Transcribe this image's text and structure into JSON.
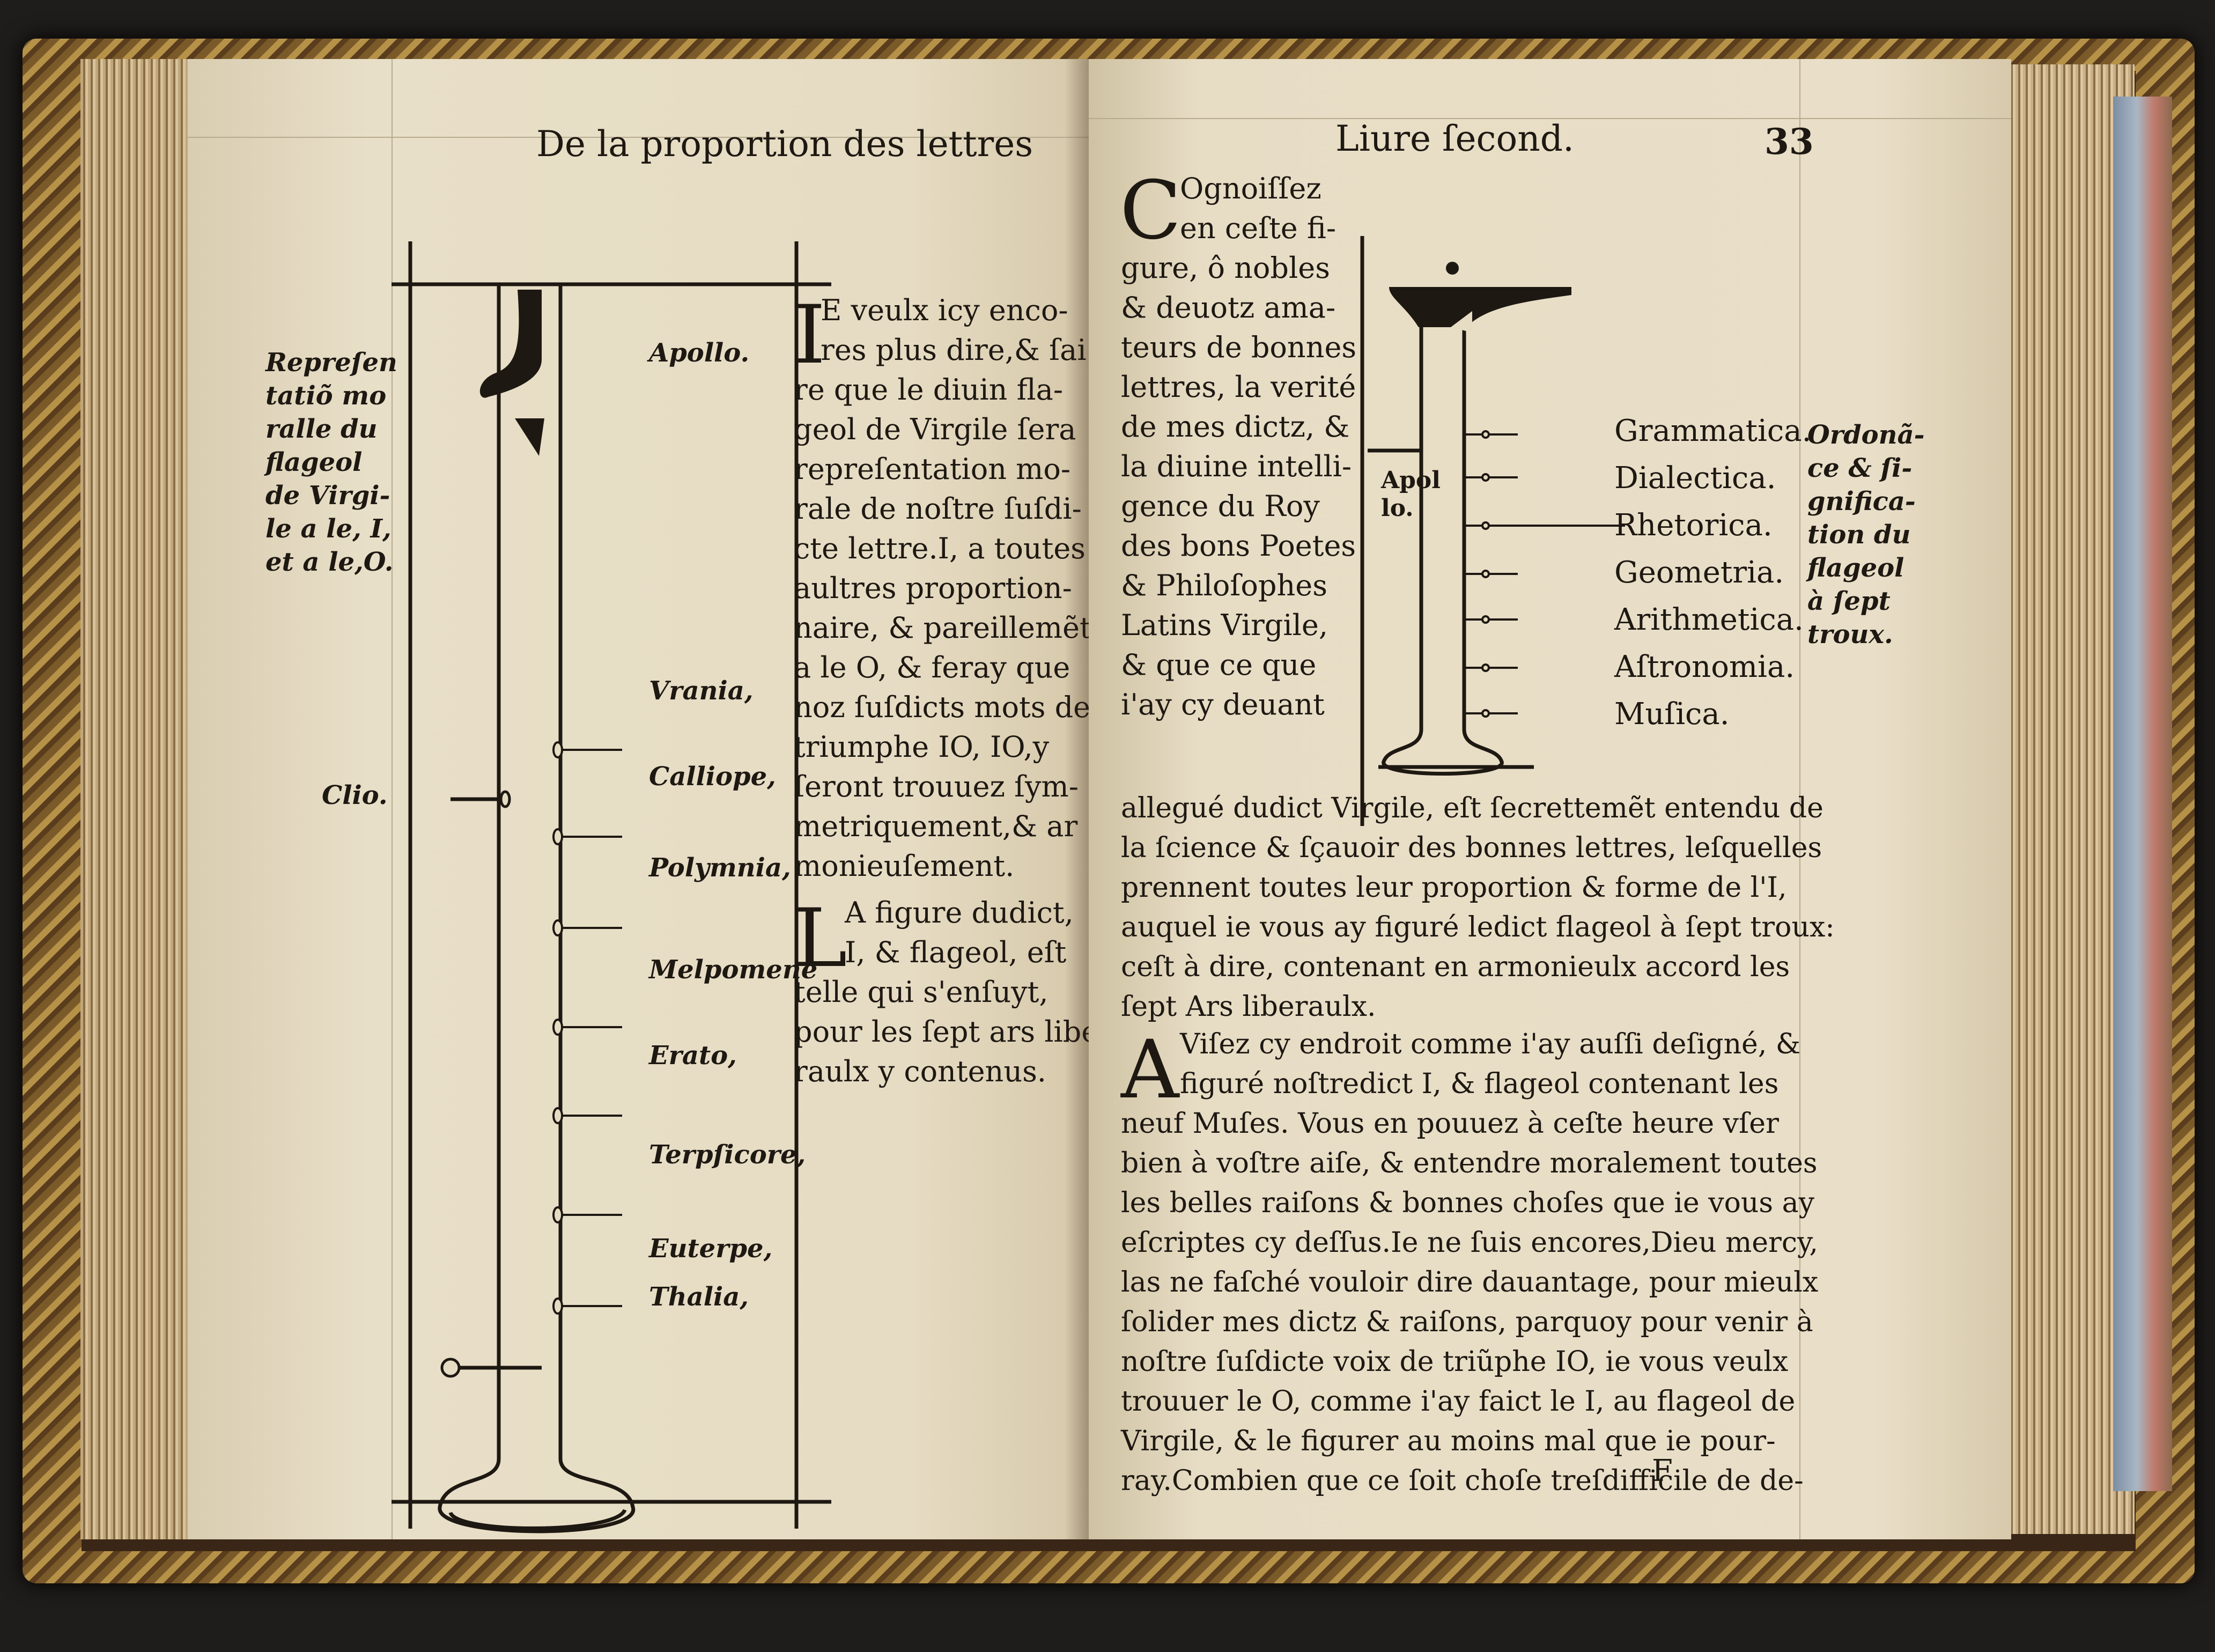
{
  "left_page": {
    "header": "De la proportion des lettres",
    "margin_note": [
      "Repreſen",
      "tatiõ mo",
      "ralle du",
      "flageol",
      "de Virgi-",
      "le a le, I,",
      "et a le,O."
    ],
    "clio_label": "Clio.",
    "muses": [
      "Apollo.",
      "Vrania,",
      "Calliope,",
      "Polymnia,",
      "Melpomene",
      "Erato,",
      "Terpſicore,",
      "Euterpe,",
      "Thalia,"
    ],
    "para1_initial": "I",
    "para1_lines": [
      "E veulx icy enco-",
      "res plus dire,& ſai",
      "re que le diuin fla-",
      "geol de Virgile ſera",
      "repreſentation mo-",
      "rale de noſtre ſuſdi-",
      "cte lettre.I, a toutes",
      "aultres proportion-",
      "naire, & pareillemẽt",
      "a le O, & feray que",
      "noz ſuſdicts mots de",
      "triumphe IO, IO,y",
      "ſeront trouuez ſym-",
      "metriquement,& ar",
      "monieuſement."
    ],
    "para2_initial": "L",
    "para2_lines": [
      "A figure dudict,",
      "I, & flageol, eſt",
      "telle qui s'enſuyt,",
      "pour les ſept ars libe",
      "raulx y contenus."
    ]
  },
  "right_page": {
    "header": "Liure ſecond.",
    "page_number": "33",
    "para1_initial": "C",
    "para1_narrow_lines": [
      "Ognoiſſez",
      "en ceſte fi-",
      "gure, ô nobles",
      "& deuotz ama-",
      "teurs de bonnes",
      "lettres, la verité",
      "de mes dictz, &",
      "la diuine intelli-",
      "gence du Roy",
      "des bons Poetes",
      "& Philoſophes",
      "Latins Virgile,",
      "& que ce que",
      "i'ay cy deuant"
    ],
    "para1_full_lines": [
      "allegué dudict Virgile, eſt ſecrettemẽt entendu de",
      "la ſcience & ſçauoir des bonnes lettres, leſquelles",
      "prennent toutes leur proportion & forme de l'I,",
      "auquel ie vous ay figuré ledict flageol à ſept troux:",
      "ceſt à dire, contenant en armonieulx accord les",
      "ſept Ars liberaulx."
    ],
    "apol_label": [
      "Apol",
      "lo."
    ],
    "arts": [
      "Grammatica.",
      "Dialectica.",
      "Rhetorica.",
      "Geometria.",
      "Arithmetica.",
      "Aſtronomia.",
      "Muſica."
    ],
    "margin_note": [
      "Ordonã-",
      "ce & ſi-",
      "gnifica-",
      "tion du",
      "flageol",
      "à ſept",
      "troux."
    ],
    "para2_initial": "A",
    "para2_first_lines": [
      "Viſez cy endroit comme i'ay auſſi deſigné, &",
      "figuré noſtredict I, & flageol contenant les"
    ],
    "para2_lines": [
      "neuf Muſes. Vous en pouuez à ceſte heure vſer",
      "bien à voſtre aiſe, & entendre moralement toutes",
      "les belles raiſons & bonnes choſes que ie vous ay",
      "eſcriptes cy deſſus.Ie ne ſuis encores,Dieu mercy,",
      "las ne faſché vouloir dire dauantage, pour mieulx",
      "ſolider mes dictz & raiſons, parquoy pour venir à",
      "noſtre ſuſdicte voix de triũphe IO, ie vous veulx",
      "trouuer le O, comme i'ay faict le I, au flageol de",
      "Virgile, & le figurer au moins mal que ie pour-",
      "ray.Combien que ce ſoit choſe treſdifficile de de-"
    ],
    "signature": "F"
  },
  "colors": {
    "paper": "#e6dcc3",
    "ink": "#1e1812",
    "binding": "#7b5a2a"
  }
}
